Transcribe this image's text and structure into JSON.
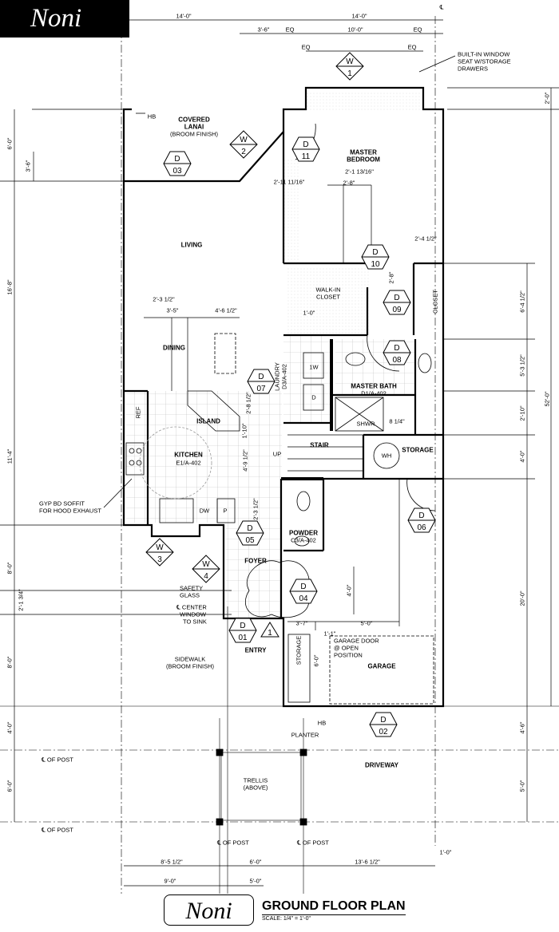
{
  "header": {
    "logo": "Noni"
  },
  "title": {
    "name": "Noni",
    "plan": "GROUND FLOOR PLAN",
    "scale": "SCALE: 1/4\" = 1'-0\""
  },
  "rooms": {
    "lanai": "COVERED",
    "lanai2": "LANAI",
    "lanai3": "(BROOM FINISH)",
    "master": "MASTER",
    "master2": "BEDROOM",
    "living": "LIVING",
    "dining": "DINING",
    "walkin": "WALK-IN",
    "walkin2": "CLOSET",
    "closet": "CLOSET",
    "laundry": "LAUNDRY",
    "laundry_ref": "D3/A-402",
    "washer": "1W",
    "dryer": "D",
    "bath": "MASTER BATH",
    "bath_ref": "D1/A-402",
    "shower": "SHWR",
    "ref": "REF",
    "island": "ISLAND",
    "kitchen": "KITCHEN",
    "kitchen_ref": "E1/A-402",
    "stair": "STAIR",
    "up": "UP",
    "wh": "WH",
    "storage": "STORAGE",
    "dw": "DW",
    "pantry": "P",
    "powder": "POWDER",
    "powder_ref": "C3/A-402",
    "foyer": "FOYER",
    "entry": "ENTRY",
    "garage_storage": "STORAGE",
    "garage": "GARAGE",
    "sidewalk": "SIDEWALK",
    "sidewalk2": "(BROOM FINISH)",
    "planter": "PLANTER",
    "driveway": "DRIVEWAY",
    "trellis": "TRELLIS",
    "trellis2": "(ABOVE)"
  },
  "notes": {
    "window_seat": [
      "BUILT-IN WINDOW",
      "SEAT W/STORAGE",
      "DRAWERS"
    ],
    "soffit": [
      "GYP BD SOFFIT",
      "FOR HOOD EXHAUST"
    ],
    "safety": [
      "SAFETY",
      "GLASS"
    ],
    "center_window": [
      "℄ CENTER",
      "WINDOW",
      "TO SINK"
    ],
    "garage_door": [
      "GARAGE DOOR",
      "@ OPEN",
      "POSITION"
    ],
    "hb1": "HB",
    "hb2": "HB",
    "post1": "℄ OF POST",
    "post2": "℄ OF POST",
    "post3": "℄ OF POST",
    "post4": "℄ OF POST",
    "cl": "℄"
  },
  "doors": [
    {
      "type": "D",
      "num": "03"
    },
    {
      "type": "D",
      "num": "11"
    },
    {
      "type": "D",
      "num": "10"
    },
    {
      "type": "D",
      "num": "09"
    },
    {
      "type": "D",
      "num": "08"
    },
    {
      "type": "D",
      "num": "07"
    },
    {
      "type": "D",
      "num": "05"
    },
    {
      "type": "D",
      "num": "04"
    },
    {
      "type": "D",
      "num": "01"
    },
    {
      "type": "D",
      "num": "06"
    },
    {
      "type": "D",
      "num": "02"
    }
  ],
  "windows": [
    {
      "type": "W",
      "num": "1"
    },
    {
      "type": "W",
      "num": "2"
    },
    {
      "type": "W",
      "num": "3"
    },
    {
      "type": "W",
      "num": "4"
    }
  ],
  "section_mark": "1",
  "dims": {
    "top": [
      "14'-0\"",
      "14'-0\"",
      "3'-6\"",
      "EQ",
      "10'-0\"",
      "EQ",
      "EQ",
      "EQ"
    ],
    "inner": [
      "2'-11 11/16\"",
      "2'-1 13/16\"",
      "2'-8\"",
      "2'-4 1/2\"",
      "2'-8\"",
      "1'-0\"",
      "2'-3 1/2\"",
      "3'-5\"",
      "4'-6 1/2\"",
      "8 1/4\"",
      "2'-8 1/2\"",
      "1'-10\"",
      "4'-9 1/2\"",
      "2'-3 1/2\"",
      "4'-0\"",
      "3'-7\"",
      "5'-0\"",
      "1'-1\"",
      "6'-0\""
    ],
    "left": [
      "6'-0\"",
      "3'-6\"",
      "16'-8\"",
      "11'-4\"",
      "8'-0\"",
      "2'-1 3/4\"",
      "8'-0\"",
      "4'-0\"",
      "6'-0\""
    ],
    "right": [
      "2'-0\"",
      "52'-0\"",
      "6'-4 1/2\"",
      "5'-3 1/2\"",
      "2'-10\"",
      "4'-0\"",
      "20'-0\"",
      "4'-6\"",
      "5'-0\"",
      "1'-0\""
    ],
    "bottom": [
      "8'-5 1/2\"",
      "6'-0\"",
      "13'-6 1/2\"",
      "9'-0\"",
      "5'-0\""
    ]
  }
}
